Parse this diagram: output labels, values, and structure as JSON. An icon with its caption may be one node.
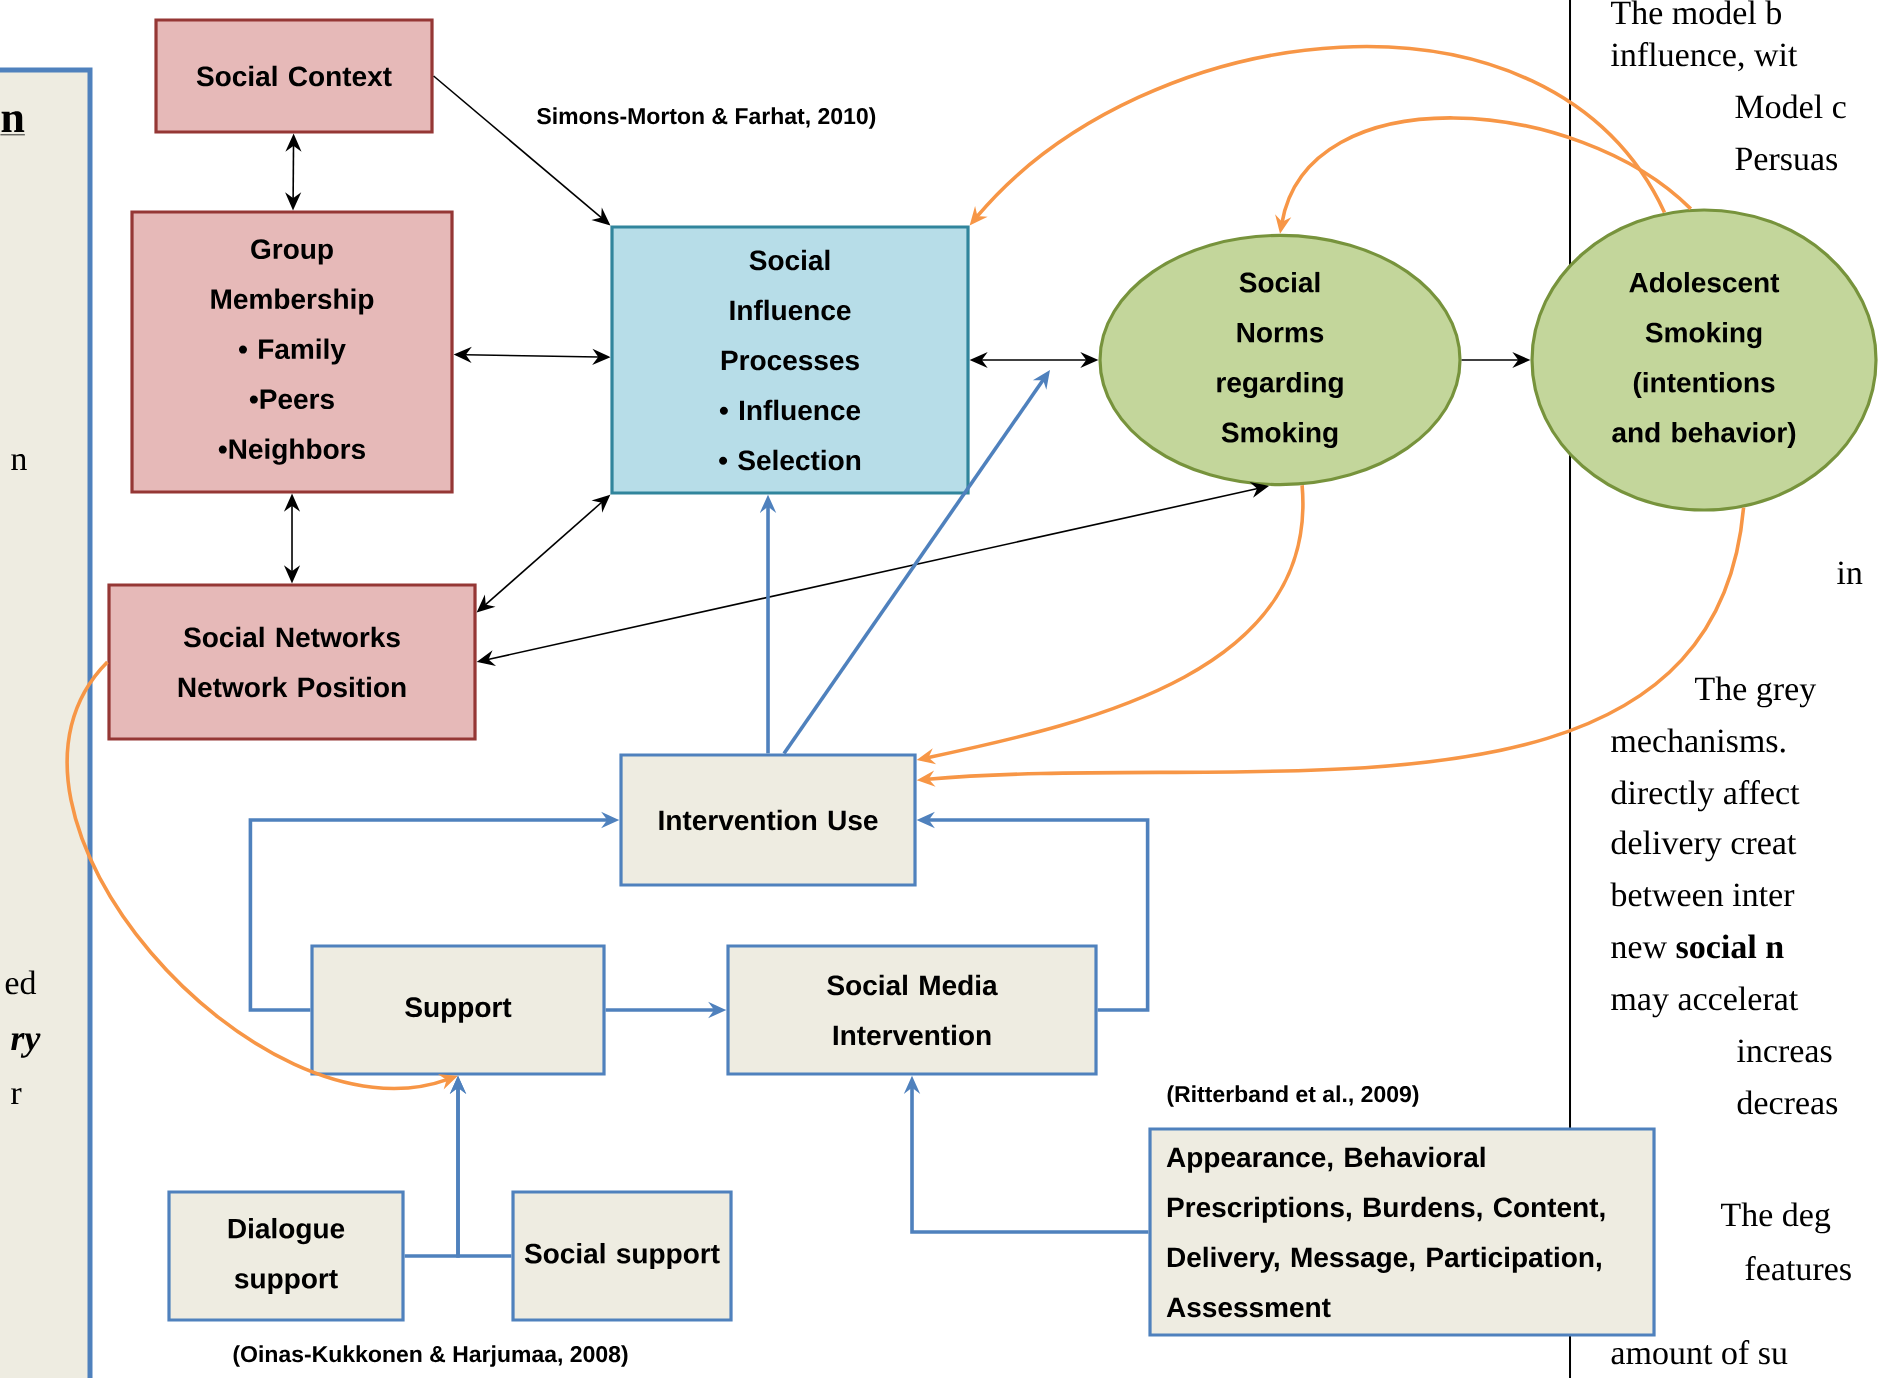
{
  "diagram": {
    "nodes": [
      {
        "text": [
          "Social Context"
        ]
      },
      {
        "text": [
          "Group Membership",
          "• Family",
          "•Peers",
          "•Neighbors"
        ]
      },
      {
        "text": [
          "Social Networks Network Position"
        ]
      },
      {
        "text": [
          "Social Influence Processes",
          "• Influence",
          "• Selection"
        ]
      },
      {
        "text": [
          "Social Norms regarding Smoking"
        ]
      },
      {
        "text": [
          "Adolescent Smoking (intentions and behavior)"
        ]
      },
      {
        "text": [
          "Intervention Use"
        ]
      },
      {
        "text": [
          "Support"
        ]
      },
      {
        "text": [
          "Social Media Intervention"
        ]
      },
      {
        "text": [
          "Dialogue support"
        ]
      },
      {
        "text": [
          "Social support"
        ]
      },
      {
        "text": [
          "Appearance, Behavioral Prescriptions, Burdens, Content, Delivery, Message, Participation, Assessment"
        ]
      }
    ],
    "edges": [
      {
        "from": 0,
        "to": 1,
        "arrow": "both"
      },
      {
        "from": 1,
        "to": 2,
        "arrow": "both"
      },
      {
        "from": 0,
        "to": 3,
        "arrow": "to"
      },
      {
        "from": 1,
        "to": 3,
        "arrow": "both"
      },
      {
        "from": 2,
        "to": 3,
        "arrow": "both"
      },
      {
        "from": 3,
        "to": 4,
        "arrow": "both"
      },
      {
        "from": 4,
        "to": 5,
        "arrow": "to"
      },
      {
        "from": 4,
        "to": 2,
        "arrow": "both"
      },
      {
        "from": 5,
        "to": 3,
        "arrow": "to",
        "color": "#f79646"
      },
      {
        "from": 5,
        "to": 4,
        "arrow": "to",
        "color": "#f79646"
      },
      {
        "from": 5,
        "to": 6,
        "arrow": "to",
        "color": "#f79646"
      },
      {
        "from": 4,
        "to": 6,
        "arrow": "to",
        "color": "#f79646"
      },
      {
        "from": 2,
        "to": 7,
        "arrow": "to",
        "color": "#f79646"
      },
      {
        "from": 6,
        "to": 3,
        "arrow": "to",
        "color": "#4f81bd"
      },
      {
        "from": 6,
        "to": null,
        "arrow": "to",
        "color": "#4f81bd"
      },
      {
        "from": 7,
        "to": 6,
        "arrow": "to",
        "color": "#4f81bd"
      },
      {
        "from": 8,
        "to": 6,
        "arrow": "to",
        "color": "#4f81bd"
      },
      {
        "from": 7,
        "to": 8,
        "arrow": "to",
        "color": "#4f81bd"
      },
      {
        "from": 9,
        "to": 7,
        "arrow": "to",
        "color": "#4f81bd"
      },
      {
        "from": 10,
        "to": 7,
        "arrow": "to",
        "color": "#4f81bd"
      },
      {
        "from": 11,
        "to": 8,
        "arrow": "to",
        "color": "#4f81bd"
      }
    ],
    "labels": [
      "Simons-Morton & Farhat, 2010)",
      "(Ritterband et al., 2009)",
      "(Oinas-Kukkonen & Harjumaa, 2008)",
      "n",
      "n",
      "ed",
      "ry",
      "r",
      "The model b",
      "influence, wit",
      "Model c",
      "Persuas",
      "in",
      "The grey",
      "mechanisms.",
      "directly affect",
      "delivery creat",
      "between inter",
      "new **social n**",
      "may accelerat",
      "increas",
      "decreas",
      "The deg",
      "features",
      "amount of su"
    ]
  }
}
